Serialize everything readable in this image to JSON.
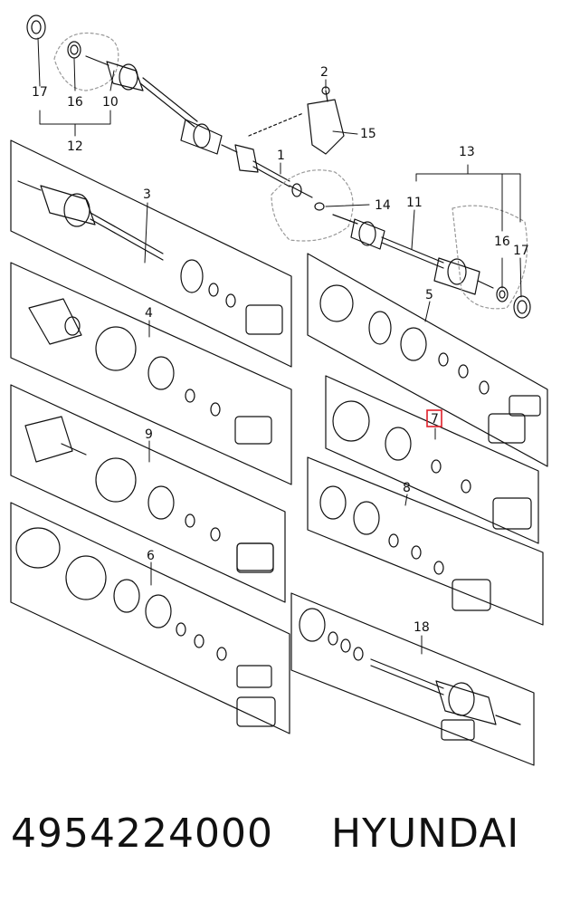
{
  "diagram": {
    "callouts": {
      "c1": "1",
      "c2": "2",
      "c3": "3",
      "c4": "4",
      "c5": "5",
      "c6": "6",
      "c7": "7",
      "c8": "8",
      "c9": "9",
      "c10": "10",
      "c11": "11",
      "c12": "12",
      "c13": "13",
      "c14": "14",
      "c15": "15",
      "c16a": "16",
      "c16b": "16",
      "c17a": "17",
      "c17b": "17",
      "c18": "18"
    },
    "highlighted_callout": "7",
    "highlight_color": "#e0202a"
  },
  "footer": {
    "part_number": "4954224000",
    "brand": "HYUNDAI"
  }
}
